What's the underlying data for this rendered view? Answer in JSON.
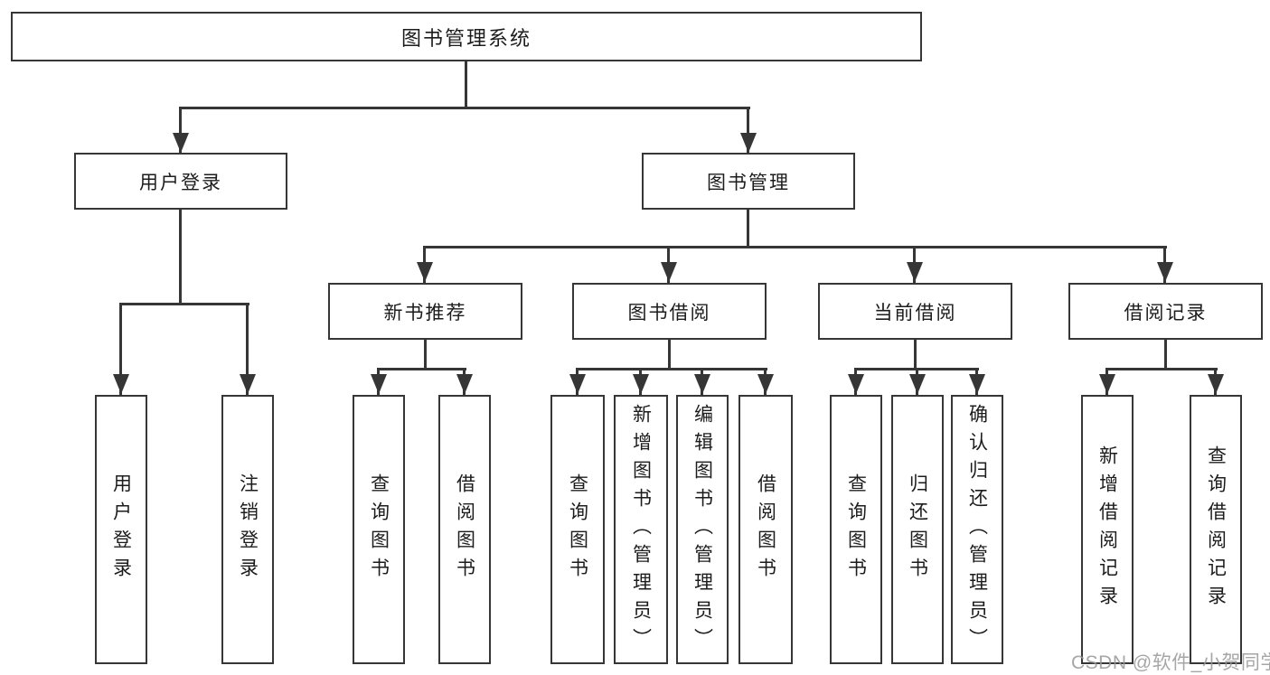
{
  "tree": {
    "root": "图书管理系统",
    "children": [
      {
        "label": "用户登录",
        "children": [
          "用户登录",
          "注销登录"
        ]
      },
      {
        "label": "图书管理",
        "children": [
          {
            "label": "新书推荐",
            "children": [
              "查询图书",
              "借阅图书"
            ]
          },
          {
            "label": "图书借阅",
            "children": [
              "查询图书",
              "新增图书（管理员）",
              "编辑图书（管理员）",
              "借阅图书"
            ]
          },
          {
            "label": "当前借阅",
            "children": [
              "查询图书",
              "归还图书",
              "确认归还（管理员）"
            ]
          },
          {
            "label": "借阅记录",
            "children": [
              "新增借阅记录",
              "查询借阅记录"
            ]
          }
        ]
      }
    ]
  },
  "watermark": "CSDN @软件_小贺同学",
  "colors": {
    "line": "#363636",
    "box_border": "#363636",
    "box_fill": "#ffffff",
    "text": "#1c1c1c",
    "watermark": "#969696",
    "background": "#ffffff"
  }
}
